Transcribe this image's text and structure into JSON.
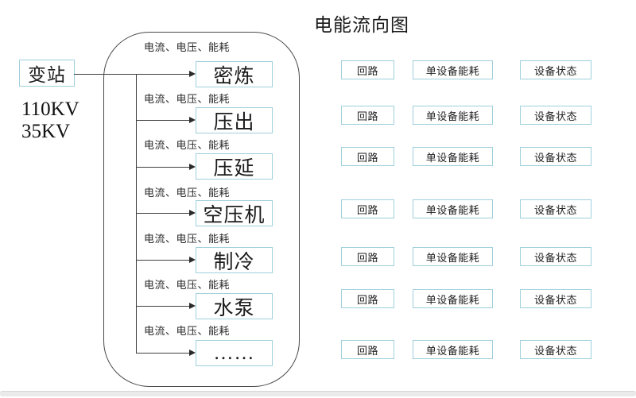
{
  "title": "电能流向图",
  "source": {
    "label": "变站",
    "voltage_lines": [
      "110KV",
      "35KV"
    ]
  },
  "flow_label": "电流、电压、能耗",
  "branches": [
    {
      "name": "密炼"
    },
    {
      "name": "压出"
    },
    {
      "name": "压延"
    },
    {
      "name": "空压机"
    },
    {
      "name": "制冷"
    },
    {
      "name": "水泵"
    },
    {
      "name": "……"
    }
  ],
  "panel_rows": [
    {
      "loop": "回路",
      "device_energy": "单设备能耗",
      "device_status": "设备状态"
    },
    {
      "loop": "回路",
      "device_energy": "单设备能耗",
      "device_status": "设备状态"
    },
    {
      "loop": "回路",
      "device_energy": "单设备能耗",
      "device_status": "设备状态"
    },
    {
      "loop": "回路",
      "device_energy": "单设备能耗",
      "device_status": "设备状态"
    },
    {
      "loop": "回路",
      "device_energy": "单设备能耗",
      "device_status": "设备状态"
    },
    {
      "loop": "回路",
      "device_energy": "单设备能耗",
      "device_status": "设备状态"
    },
    {
      "loop": "回路",
      "device_energy": "单设备能耗",
      "device_status": "设备状态"
    }
  ],
  "colors": {
    "box_border": "#9fd0dc",
    "line": "#3f3f3f",
    "scrollbar_track": "#eaeaea"
  }
}
